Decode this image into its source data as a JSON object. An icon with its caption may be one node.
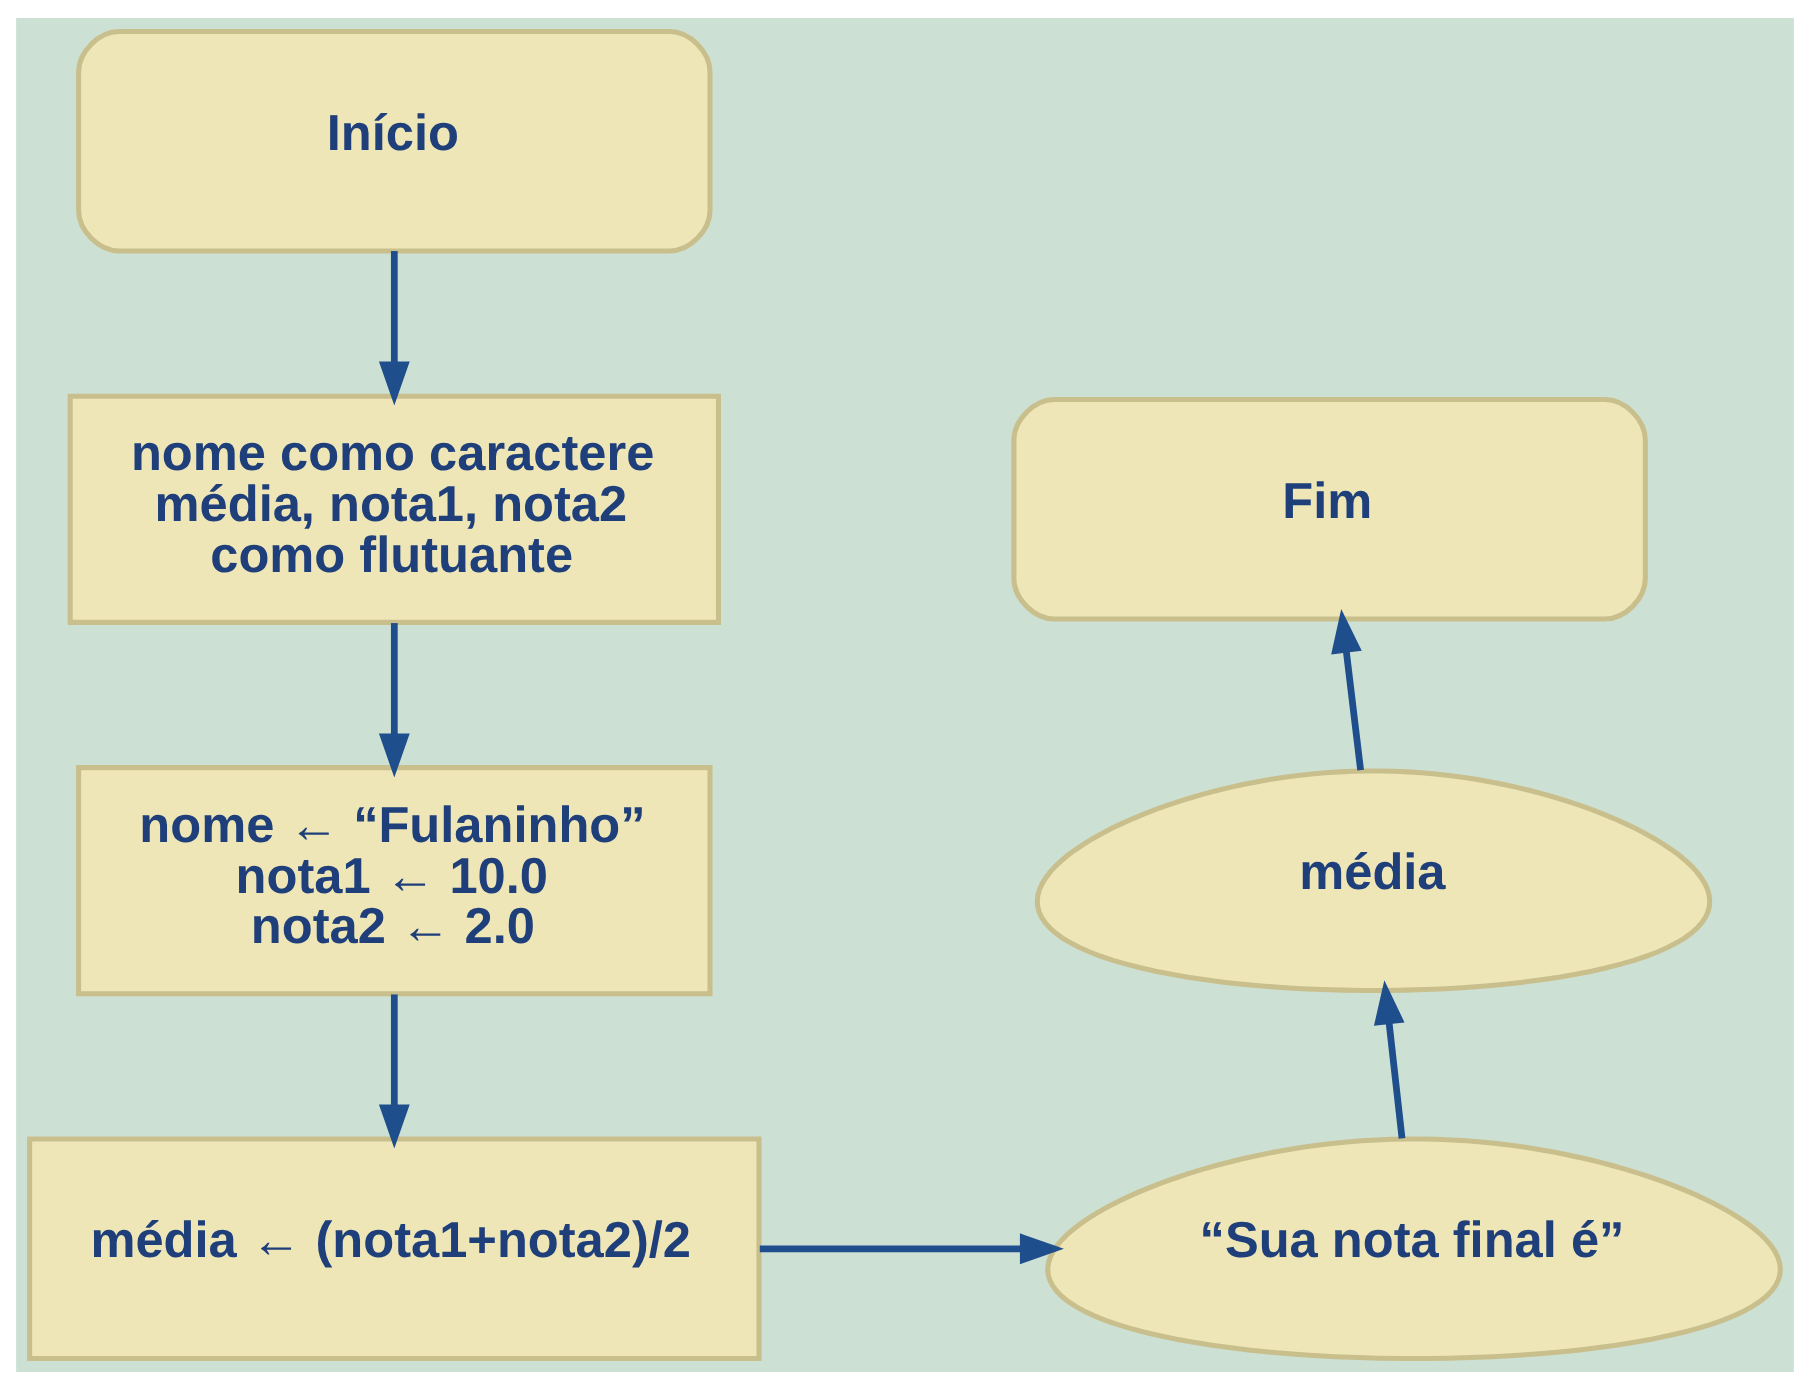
{
  "diagram": {
    "nodes": [
      {
        "text": [
          "Início"
        ]
      },
      {
        "text": [
          "nome como caractere média, nota1, nota2 como flutuante"
        ]
      },
      {
        "text": [
          "nome ← “Fulaninho” nota1 ← 10.0 nota2 ← 2.0"
        ]
      },
      {
        "text": [
          "média ← (nota1+nota2)/2"
        ]
      },
      {
        "text": [
          "“Sua nota final é”"
        ]
      },
      {
        "text": [
          "média"
        ]
      },
      {
        "text": [
          "Fim"
        ]
      }
    ],
    "edges": [
      {
        "from": 0,
        "to": 1,
        "arrow": "to"
      },
      {
        "from": 1,
        "to": 2,
        "arrow": "to"
      },
      {
        "from": 2,
        "to": 3,
        "arrow": "to"
      },
      {
        "from": 3,
        "to": 4,
        "arrow": "to"
      },
      {
        "from": 4,
        "to": 5,
        "arrow": "to"
      },
      {
        "from": 5,
        "to": 6,
        "arrow": "to"
      }
    ]
  }
}
